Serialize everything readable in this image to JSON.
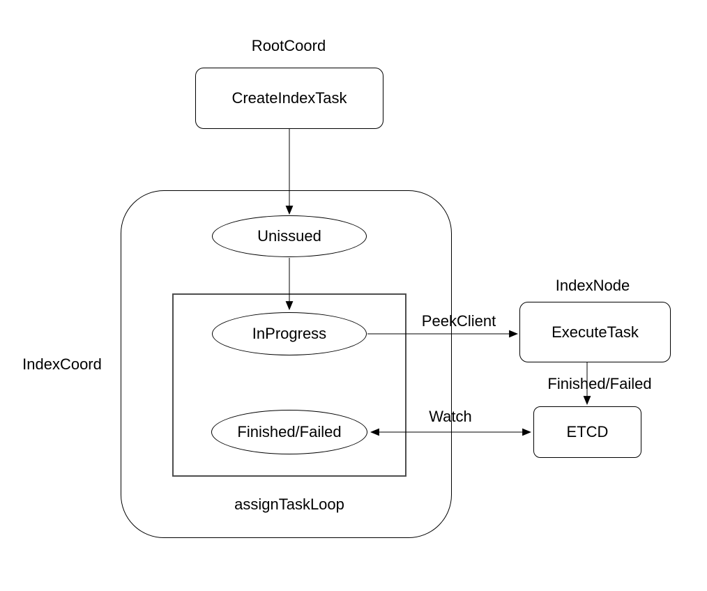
{
  "diagram": {
    "group_labels": {
      "root_coord": "RootCoord",
      "index_coord": "IndexCoord",
      "index_node": "IndexNode",
      "assign_task_loop": "assignTaskLoop"
    },
    "nodes": {
      "create_index_task": "CreateIndexTask",
      "unissued": "Unissued",
      "in_progress": "InProgress",
      "finished_failed": "Finished/Failed",
      "execute_task": "ExecuteTask",
      "etcd": "ETCD"
    },
    "edge_labels": {
      "peek_client": "PeekClient",
      "finished_failed": "Finished/Failed",
      "watch": "Watch"
    },
    "colors": {
      "background": "#ffffff",
      "stroke": "#000000",
      "inner_loop_stroke": "#4d4d4d",
      "text": "#000000"
    }
  }
}
